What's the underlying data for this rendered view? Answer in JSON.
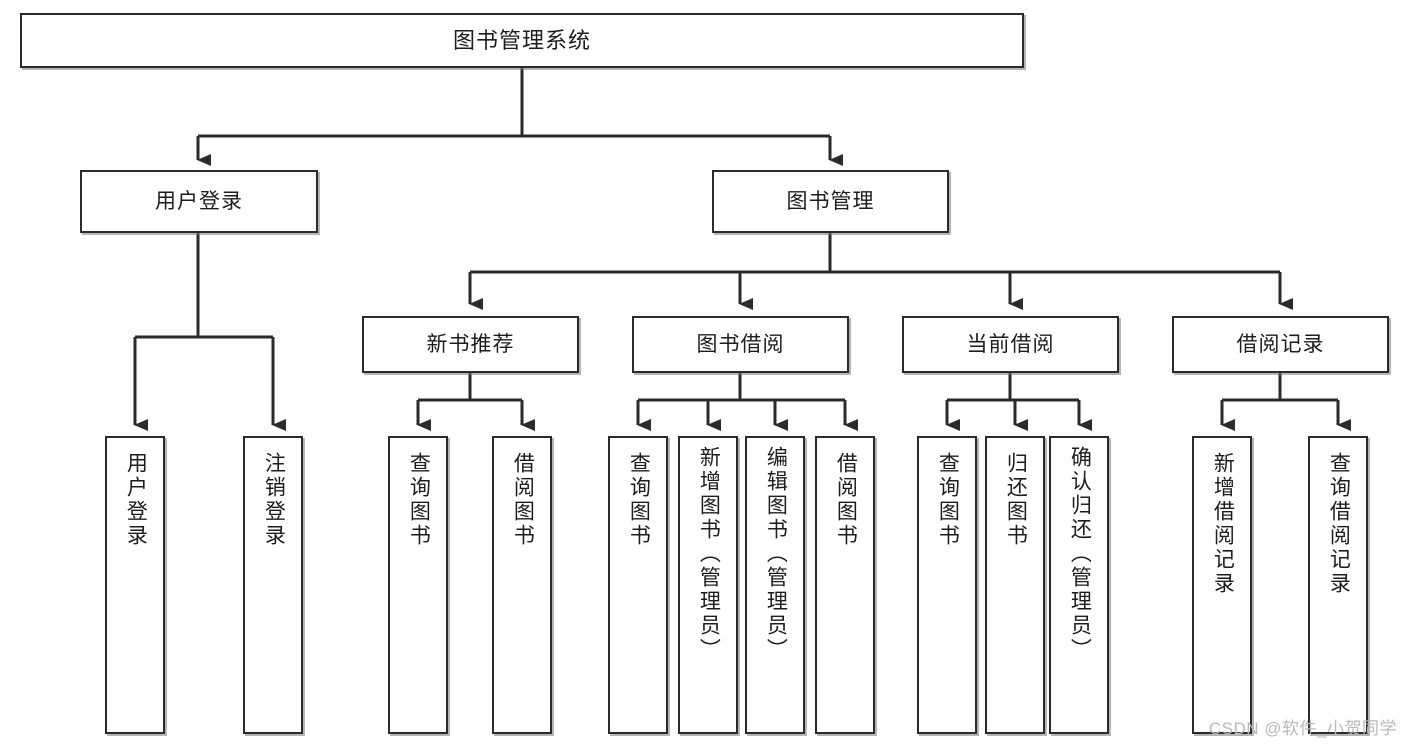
{
  "diagram": {
    "title": "图书管理系统",
    "type": "tree-hierarchy-diagram",
    "watermark": "CSDN @软件_小贺同学",
    "colors": {
      "box_border": "#2b2b2b",
      "box_fill": "#ffffff",
      "connector": "#2b2b2b",
      "text": "#1d1d1d",
      "watermark": "#b9b9b9"
    },
    "root": {
      "id": "root",
      "label": "图书管理系统"
    },
    "level2": [
      {
        "id": "user-login",
        "label": "用户登录"
      },
      {
        "id": "book-management",
        "label": "图书管理"
      }
    ],
    "level3": [
      {
        "id": "new-book-recommend",
        "label": "新书推荐",
        "parent": "book-management"
      },
      {
        "id": "book-borrow",
        "label": "图书借阅",
        "parent": "book-management"
      },
      {
        "id": "current-borrow",
        "label": "当前借阅",
        "parent": "book-management"
      },
      {
        "id": "borrow-record",
        "label": "借阅记录",
        "parent": "book-management"
      }
    ],
    "leaves": [
      {
        "id": "leaf-user-login",
        "label": "用户登录",
        "parent": "user-login"
      },
      {
        "id": "leaf-logout-login",
        "label": "注销登录",
        "parent": "user-login"
      },
      {
        "id": "leaf-query-book-1",
        "label": "查询图书",
        "parent": "new-book-recommend"
      },
      {
        "id": "leaf-borrow-book-1",
        "label": "借阅图书",
        "parent": "new-book-recommend"
      },
      {
        "id": "leaf-query-book-2",
        "label": "查询图书",
        "parent": "book-borrow"
      },
      {
        "id": "leaf-add-book",
        "label": "新增图书（管理员）",
        "parent": "book-borrow"
      },
      {
        "id": "leaf-edit-book",
        "label": "编辑图书（管理员）",
        "parent": "book-borrow"
      },
      {
        "id": "leaf-borrow-book-2",
        "label": "借阅图书",
        "parent": "book-borrow"
      },
      {
        "id": "leaf-query-book-3",
        "label": "查询图书",
        "parent": "current-borrow"
      },
      {
        "id": "leaf-return-book",
        "label": "归还图书",
        "parent": "current-borrow"
      },
      {
        "id": "leaf-confirm-return",
        "label": "确认归还（管理员）",
        "parent": "current-borrow"
      },
      {
        "id": "leaf-add-borrow-record",
        "label": "新增借阅记录",
        "parent": "borrow-record"
      },
      {
        "id": "leaf-query-borrow-record",
        "label": "查询借阅记录",
        "parent": "borrow-record"
      }
    ]
  }
}
